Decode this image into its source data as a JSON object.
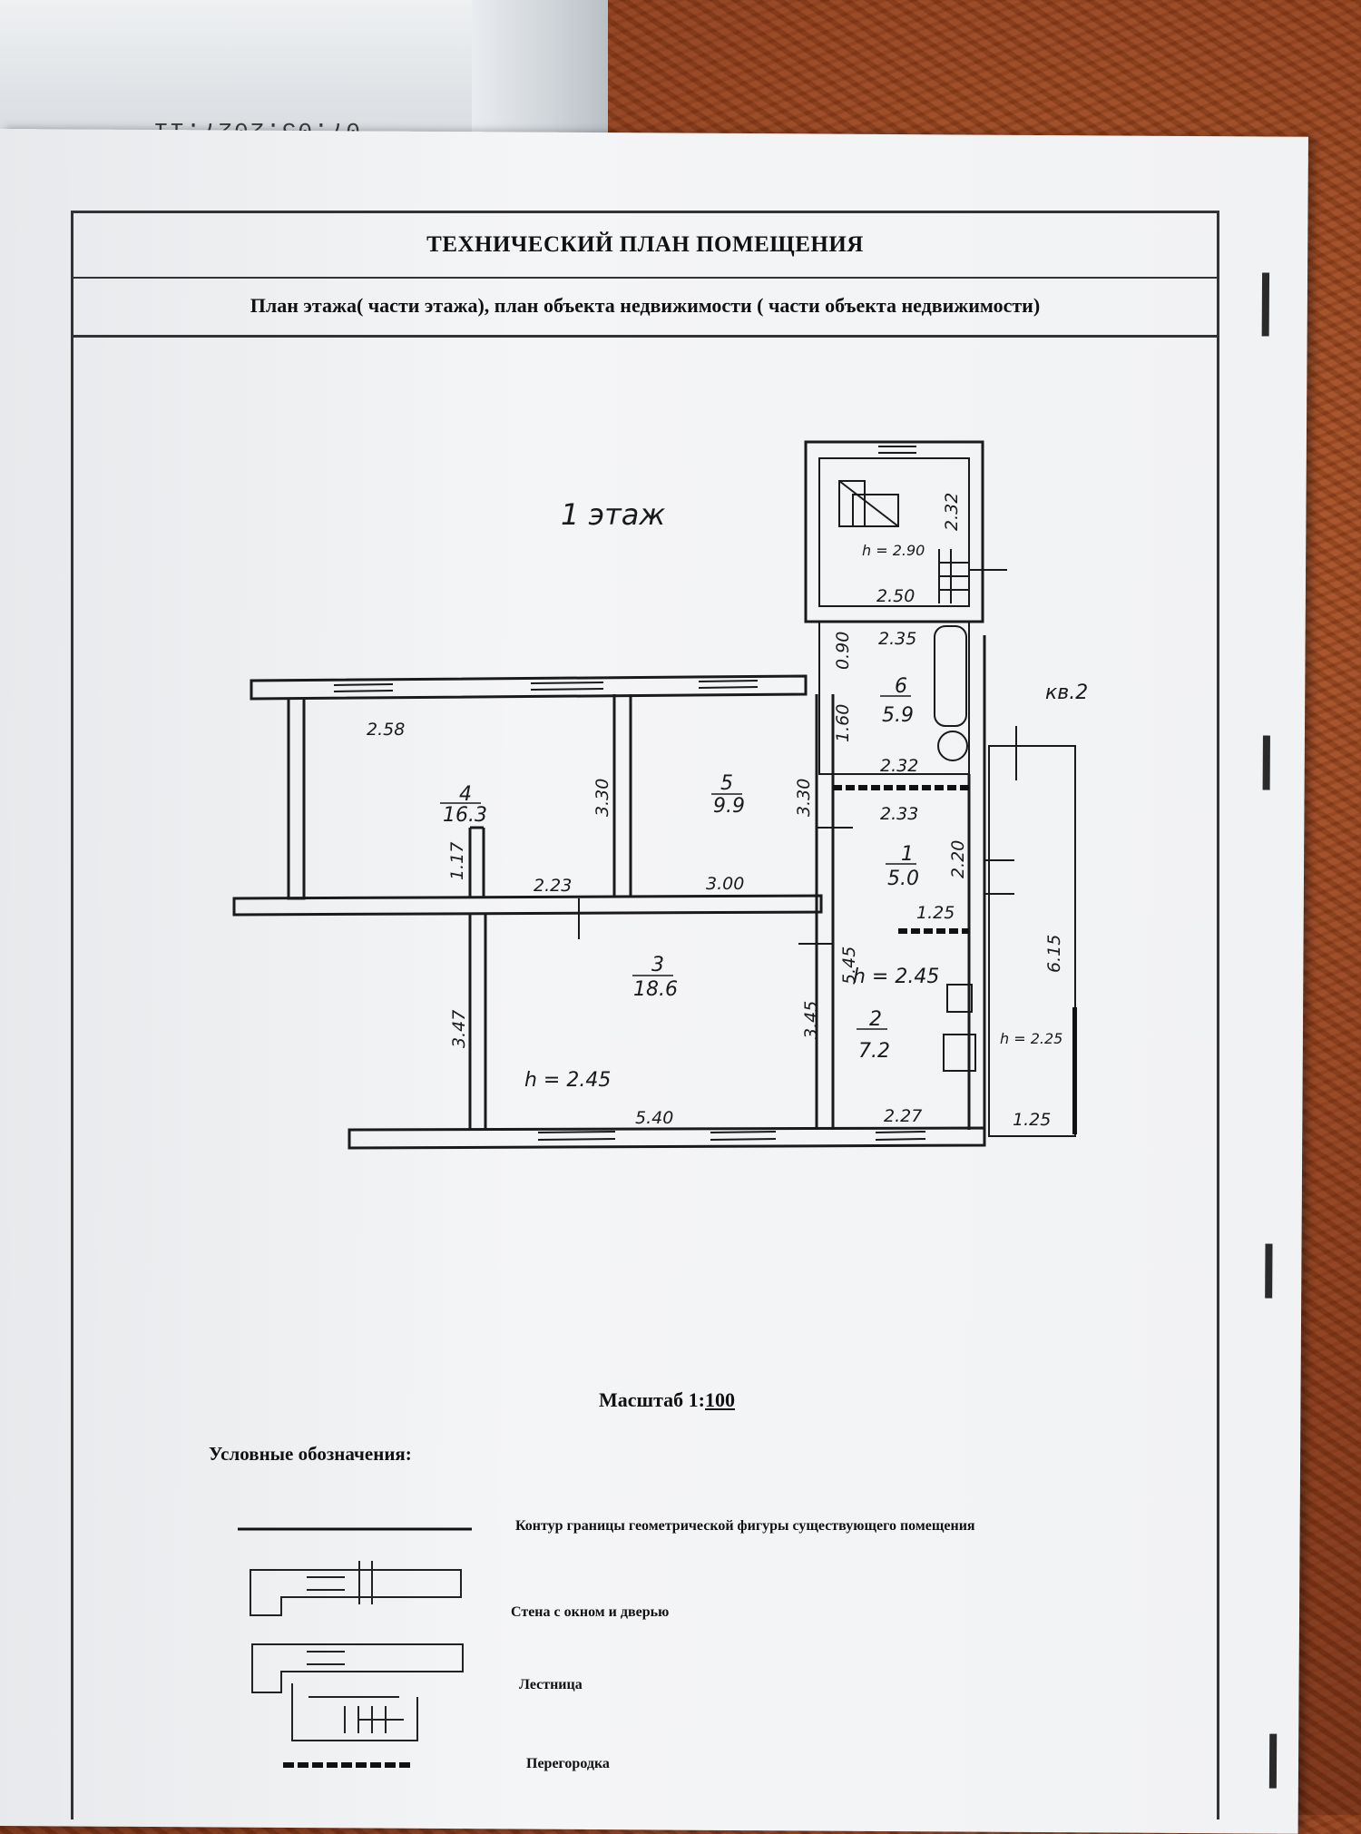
{
  "background": {
    "reversed_text": "07:05:2027:11"
  },
  "document": {
    "title": "ТЕХНИЧЕСКИЙ ПЛАН ПОМЕЩЕНИЯ",
    "subtitle": "План этажа( части этажа), план объекта недвижимости ( части объекта недвижимости)",
    "floor_label": "1 этаж",
    "apartment_label": "кв.2",
    "scale_label": "Масштаб 1:",
    "scale_value": "100",
    "legend_title": "Условные обозначения:",
    "legend": [
      {
        "label": "Контур границы геометрической фигуры  существующего помещения"
      },
      {
        "label": "Стена с окном и дверью"
      },
      {
        "label": "Лестница"
      },
      {
        "label": "Перегородка"
      }
    ]
  },
  "rooms": [
    {
      "number": "4",
      "area": "16.3"
    },
    {
      "number": "5",
      "area": "9.9"
    },
    {
      "number": "3",
      "area": "18.6"
    },
    {
      "number": "6",
      "area": "5.9"
    },
    {
      "number": "1",
      "area": "5.0"
    },
    {
      "number": "2",
      "area": "7.2"
    }
  ],
  "dimensions": {
    "d258": "2.58",
    "d330a": "3.30",
    "d330b": "3.30",
    "d117": "1.17",
    "d223": "2.23",
    "d300": "3.00",
    "d347": "3.47",
    "d345": "3.45",
    "d540": "5.40",
    "d232v": "2.32",
    "d250": "2.50",
    "d235": "2.35",
    "d090": "0.90",
    "d160": "1.60",
    "d232h": "2.32",
    "d233": "2.33",
    "d220": "2.20",
    "d125a": "1.25",
    "d545": "5.45",
    "d227": "2.27",
    "d615": "6.15",
    "d125b": "1.25"
  },
  "heights": {
    "h_top": "h = 2.90",
    "h_kitchen": "h = 2.45",
    "h_room3": "h = 2.45",
    "h_balcony": "h = 2.25"
  }
}
